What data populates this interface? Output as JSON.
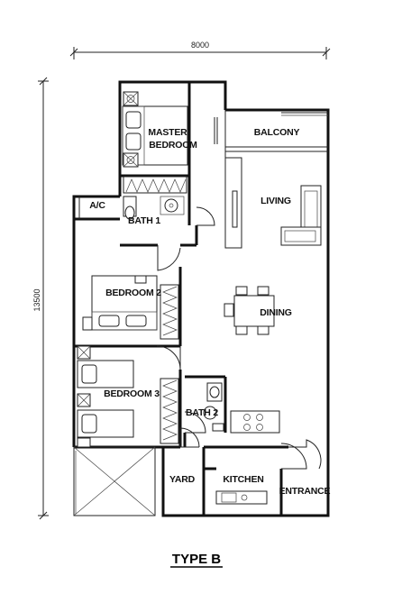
{
  "plan": {
    "type_label": "TYPE B",
    "dim_width": "8000",
    "dim_height": "13500"
  },
  "rooms": {
    "master_line1": "MASTER",
    "master_line2": "BEDROOM",
    "balcony": "BALCONY",
    "ac": "A/C",
    "bath1": "BATH 1",
    "living": "LIVING",
    "bedroom2": "BEDROOM 2",
    "dining": "DINING",
    "bedroom3": "BEDROOM 3",
    "bath2": "BATH 2",
    "yard": "YARD",
    "kitchen": "KITCHEN",
    "entrance": "ENTRANCE"
  }
}
